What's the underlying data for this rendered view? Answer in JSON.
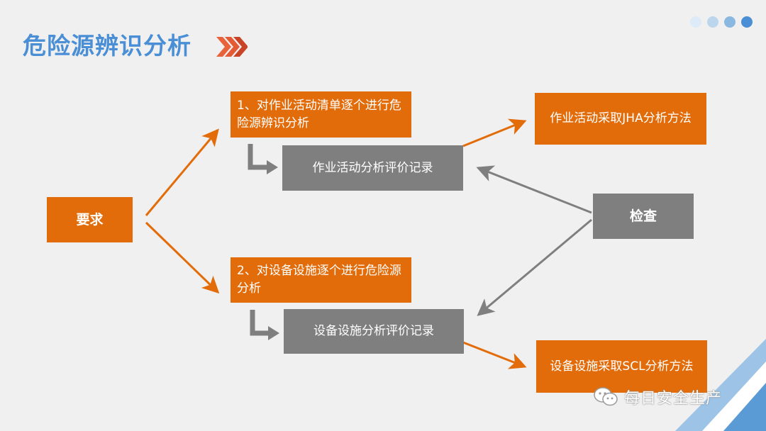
{
  "slide": {
    "title": "危险源辨识分析",
    "colors": {
      "title": "#4a8fd6",
      "orange": "#e36c0a",
      "gray": "#7f7f7f",
      "accent_blue": "#5b9bd5"
    }
  },
  "diagram": {
    "requirement": "要求",
    "item1": "1、对作业活动清单逐个进行危险源辨识分析",
    "record1": "作业活动分析评价记录",
    "method1": "作业活动采取JHA分析方法",
    "item2": "2、对设备设施逐个进行危险源分析",
    "record2": "设备设施分析评价记录",
    "method2": "设备设施采取SCL分析方法",
    "check": "检查"
  },
  "watermark": {
    "icon": "wechat-icon",
    "text": "每日安全生产"
  }
}
